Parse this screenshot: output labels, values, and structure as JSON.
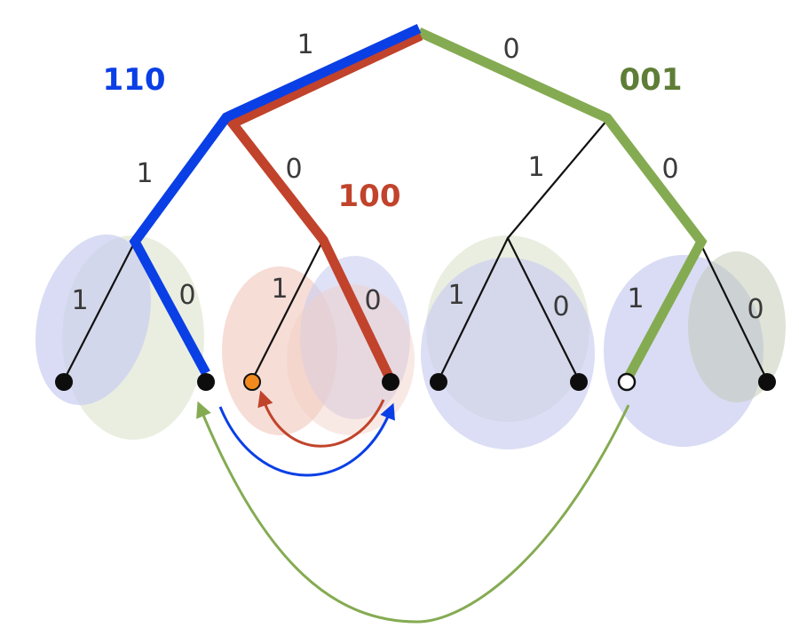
{
  "diagram": {
    "path_labels": {
      "blue": "110",
      "red": "100",
      "green": "001"
    },
    "edge_labels": {
      "root_left": "1",
      "root_right": "0",
      "l1_left": "1",
      "l1_right": "0",
      "r1_left": "1",
      "r1_right": "0",
      "leaf_pair_1_left": "1",
      "leaf_pair_1_right": "0",
      "leaf_pair_2_left": "1",
      "leaf_pair_2_right": "0",
      "leaf_pair_3_left": "1",
      "leaf_pair_3_right": "0",
      "leaf_pair_4_left": "1",
      "leaf_pair_4_right": "0"
    },
    "colors": {
      "blue": "#0a3fe6",
      "red": "#c1432c",
      "green": "#85ab52",
      "green_label": "#5e7d36",
      "thin_edge": "#111111",
      "leaf": "#0d0d0d",
      "leaf_orange": "#f28a1e",
      "blob_blue": "#c9cdf0",
      "blob_olive": "#e3e8d6",
      "blob_pink": "#f2cfc4"
    }
  }
}
